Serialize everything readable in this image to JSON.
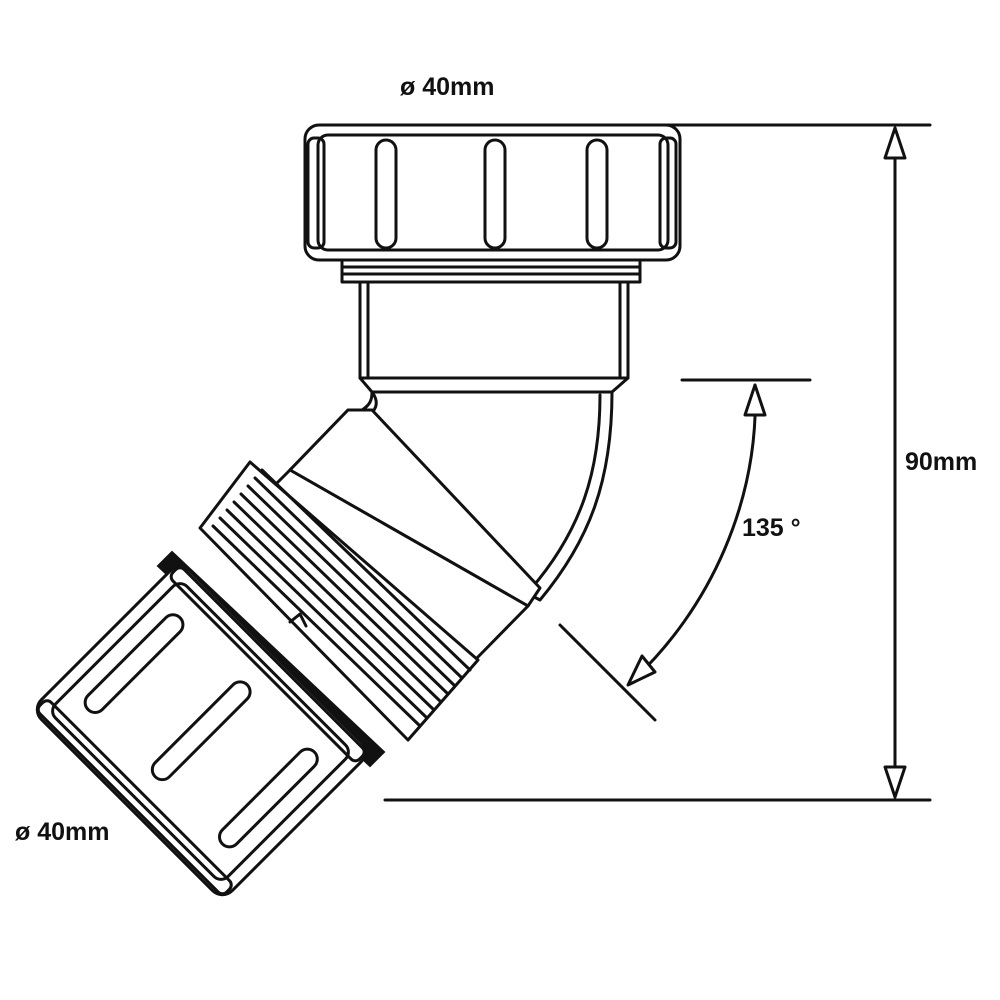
{
  "diagram": {
    "top_diameter_label": "ø 40mm",
    "bottom_diameter_label": "ø 40mm",
    "height_label": "90mm",
    "angle_label": "135 °"
  },
  "colors": {
    "line": "#111111",
    "background": "#ffffff"
  }
}
